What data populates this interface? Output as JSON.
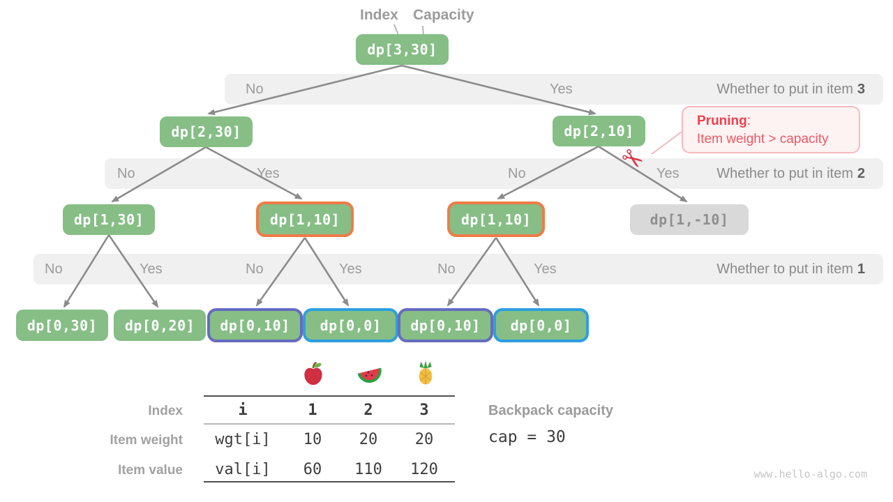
{
  "header": {
    "index_label": "Index",
    "capacity_label": "Capacity"
  },
  "tree": {
    "nodes": [
      {
        "label": "dp[3,30]"
      },
      {
        "label": "dp[2,30]"
      },
      {
        "label": "dp[2,10]"
      },
      {
        "label": "dp[1,30]"
      },
      {
        "label": "dp[1,10]"
      },
      {
        "label": "dp[1,10]"
      },
      {
        "label": "dp[1,-10]"
      },
      {
        "label": "dp[0,30]"
      },
      {
        "label": "dp[0,20]"
      },
      {
        "label": "dp[0,10]"
      },
      {
        "label": "dp[0,0]"
      },
      {
        "label": "dp[0,10]"
      },
      {
        "label": "dp[0,0]"
      }
    ]
  },
  "bands": [
    {
      "no_yes": [
        "No",
        "Yes"
      ],
      "caption": "Whether to put in item",
      "item": "3"
    },
    {
      "no_yes": [
        "No",
        "Yes",
        "No",
        "Yes"
      ],
      "caption": "Whether to put in item",
      "item": "2"
    },
    {
      "no_yes": [
        "No",
        "Yes",
        "No",
        "Yes",
        "No",
        "Yes"
      ],
      "caption": "Whether to put in item",
      "item": "1"
    }
  ],
  "pruning": {
    "title": "Pruning",
    "colon": ":",
    "text": "Item weight > capacity",
    "scissors_glyph": "✂"
  },
  "table": {
    "icons": [
      "apple-icon",
      "watermelon-icon",
      "pineapple-icon"
    ],
    "row_labels": [
      "Index",
      "Item weight",
      "Item value"
    ],
    "header": [
      "i",
      "1",
      "2",
      "3"
    ],
    "weight": [
      "wgt[i]",
      "10",
      "20",
      "20"
    ],
    "value": [
      "val[i]",
      "60",
      "110",
      "120"
    ]
  },
  "backpack": {
    "label": "Backpack capacity",
    "value": "cap = 30"
  },
  "watermark": "www.hello-algo.com",
  "colors": {
    "node_green": "#86be86",
    "node_gray": "#d9d9d9",
    "border_orange": "#ee7c47",
    "border_purple": "#666cbe",
    "border_blue": "#2d9fe0",
    "band_gray": "#f0f0f0",
    "arrow_gray": "#8b8b8b",
    "pruning_red": "#ee404e"
  }
}
